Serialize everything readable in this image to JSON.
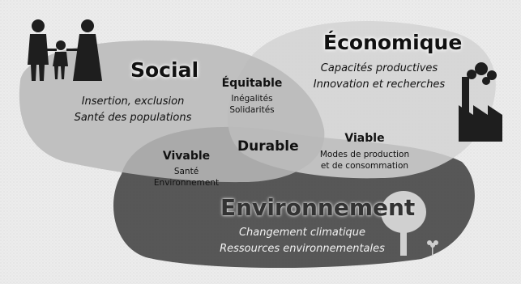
{
  "diagram": {
    "social": {
      "title": "Social",
      "lines": [
        "Insertion, exclusion",
        "Santé des populations"
      ]
    },
    "economique": {
      "title": "Économique",
      "lines": [
        "Capacités productives",
        "Innovation et recherches"
      ]
    },
    "environnement": {
      "title": "Environnement",
      "lines": [
        "Changement climatique",
        "Ressources environnementales"
      ]
    },
    "equitable": {
      "title": "Équitable",
      "lines": [
        "Inégalités",
        "Solidarités"
      ]
    },
    "viable": {
      "title": "Viable",
      "lines": [
        "Modes de production",
        "et de consommation"
      ]
    },
    "vivable": {
      "title": "Vivable",
      "lines": [
        "Santé",
        "Environnement"
      ]
    },
    "center": {
      "title": "Durable"
    },
    "colors": {
      "background": "#ececec",
      "social": "#b9b9b9",
      "economique": "#d4d4d4",
      "environnement": "#4a4a4a",
      "icons": "#1e1e1e"
    },
    "icons": [
      "family-icon",
      "factory-icon",
      "tree-icon",
      "flower-icon"
    ]
  }
}
